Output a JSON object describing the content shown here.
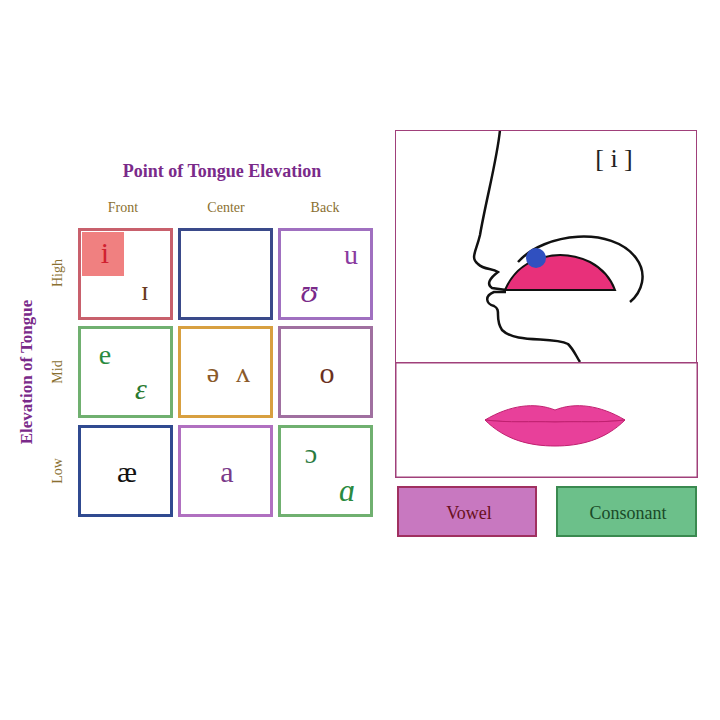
{
  "diagram": {
    "title": "Point of Tongue Elevation",
    "nodes": [
      {
        "text": [
          "i",
          "ɪ"
        ]
      },
      {
        "text": [
          "u",
          "ʊ"
        ]
      },
      {
        "text": [
          "e",
          "ɛ"
        ]
      },
      {
        "text": [
          "ə",
          "ʌ"
        ]
      },
      {
        "text": [
          "o"
        ]
      },
      {
        "text": [
          "æ"
        ]
      },
      {
        "text": [
          "a"
        ]
      },
      {
        "text": [
          "ɔ",
          "ɑ"
        ]
      },
      {
        "text": [
          "[ i ]"
        ]
      },
      {
        "text": [
          "Vowel"
        ]
      },
      {
        "text": [
          "Consonant"
        ]
      }
    ],
    "labels": [
      "Elevation of Tongue",
      "Front",
      "Center",
      "Back",
      "High",
      "Mid",
      "Low"
    ]
  }
}
